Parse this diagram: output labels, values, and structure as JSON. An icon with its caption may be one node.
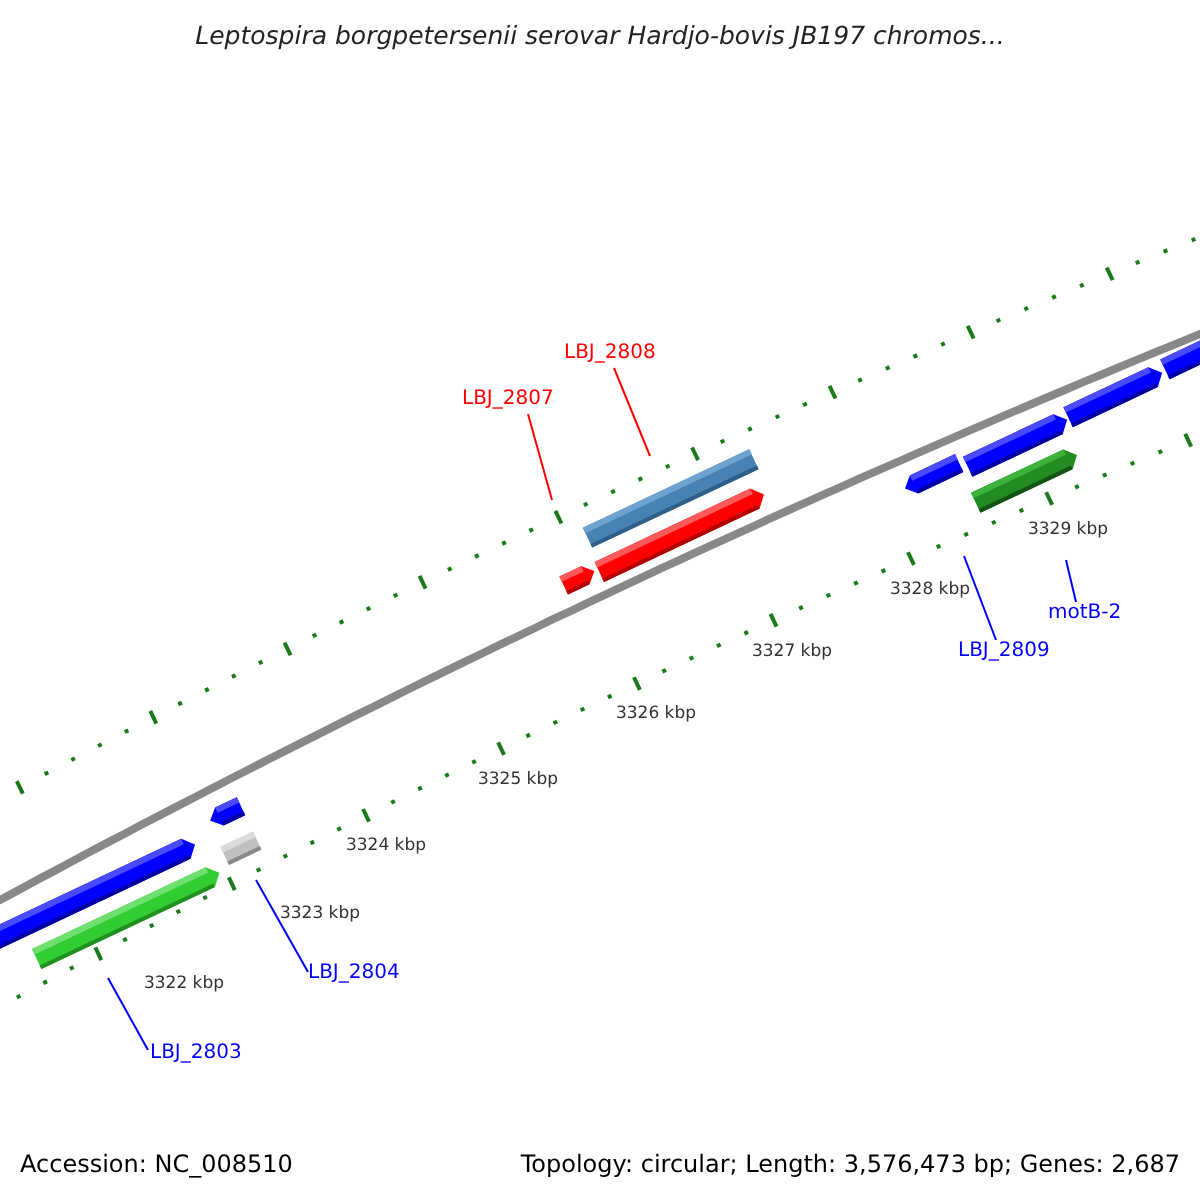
{
  "diagram": {
    "title": "Leptospira borgpetersenii serovar Hardjo-bovis JB197 chromos...",
    "nodes": [
      {
        "text": [
          "LBJ_2808"
        ]
      },
      {
        "text": [
          "LBJ_2807"
        ]
      },
      {
        "text": [
          "motB-2"
        ]
      },
      {
        "text": [
          "LBJ_2809"
        ]
      },
      {
        "text": [
          "LBJ_2804"
        ]
      },
      {
        "text": [
          "LBJ_2803"
        ]
      }
    ],
    "edges": [
      {
        "from": 0,
        "to": null,
        "arrow": "none",
        "color": "#ff0000"
      },
      {
        "from": 1,
        "to": null,
        "arrow": "none",
        "color": "#ff0000"
      },
      {
        "from": 2,
        "to": null,
        "arrow": "none"
      },
      {
        "from": 3,
        "to": null,
        "arrow": "none"
      },
      {
        "from": 4,
        "to": null,
        "arrow": "none"
      },
      {
        "from": 5,
        "to": null,
        "arrow": "none"
      }
    ],
    "labels": [
      "3329 kbp",
      "3328 kbp",
      "3327 kbp",
      "3326 kbp",
      "3325 kbp",
      "3324 kbp",
      "3323 kbp",
      "3322 kbp",
      "Accession: NC_008510",
      "Topology: circular; Length: 3,576,473 bp; Genes: 2,687"
    ]
  }
}
